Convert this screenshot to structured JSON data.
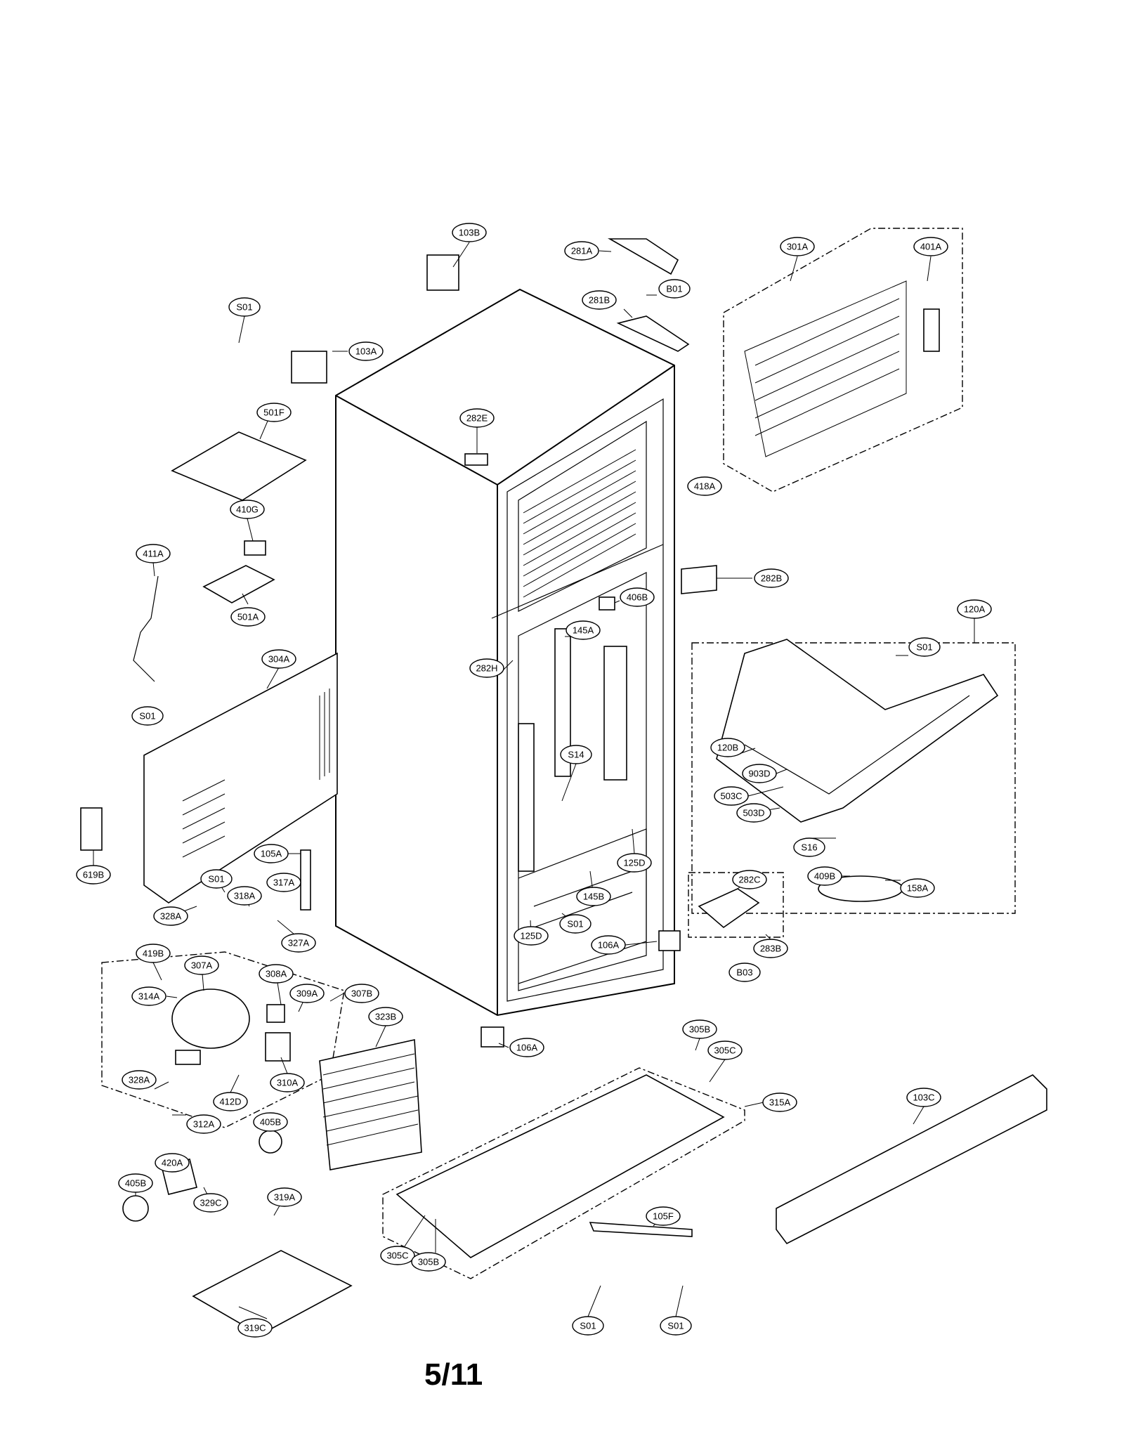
{
  "page_number": "5/11",
  "part_labels": {
    "p103B": "103B",
    "p281A": "281A",
    "p301A": "301A",
    "p401A": "401A",
    "pS01_a": "S01",
    "p103A": "103A",
    "p281B": "281B",
    "pB01": "B01",
    "p501F": "501F",
    "p282E": "282E",
    "p418A": "418A",
    "p410G": "410G",
    "p411A": "411A",
    "p501A": "501A",
    "p282B": "282B",
    "p406B": "406B",
    "p120A": "120A",
    "p304A": "304A",
    "p145A": "145A",
    "pS01_b": "S01",
    "p282H": "282H",
    "pS01_c": "S01",
    "p120B": "120B",
    "pS14": "S14",
    "p903D": "903D",
    "p503C": "503C",
    "p503D": "503D",
    "p619B": "619B",
    "p105A": "105A",
    "p125D_a": "125D",
    "pS16": "S16",
    "p409B": "409B",
    "p158A": "158A",
    "pS01_d": "S01",
    "p317A": "317A",
    "p318A": "318A",
    "p282C": "282C",
    "p145B": "145B",
    "p328A_a": "328A",
    "pS01_e": "S01",
    "p327A": "327A",
    "p125D_b": "125D",
    "p106A_a": "106A",
    "p283B": "283B",
    "p419B": "419B",
    "p307A": "307A",
    "pB03": "B03",
    "p308A": "308A",
    "p314A": "314A",
    "p309A": "309A",
    "p307B": "307B",
    "p323B": "323B",
    "p106A_b": "106A",
    "p305B_a": "305B",
    "p310A": "310A",
    "p328A_b": "328A",
    "p305C_a": "305C",
    "p412D": "412D",
    "p315A": "315A",
    "p103C": "103C",
    "p312A": "312A",
    "p405B_a": "405B",
    "p420A": "420A",
    "p405B_b": "405B",
    "p329C": "329C",
    "p319A": "319A",
    "p105F": "105F",
    "p305C_b": "305C",
    "p305B_b": "305B",
    "p319C": "319C",
    "pS01_f": "S01",
    "pS01_g": "S01"
  }
}
